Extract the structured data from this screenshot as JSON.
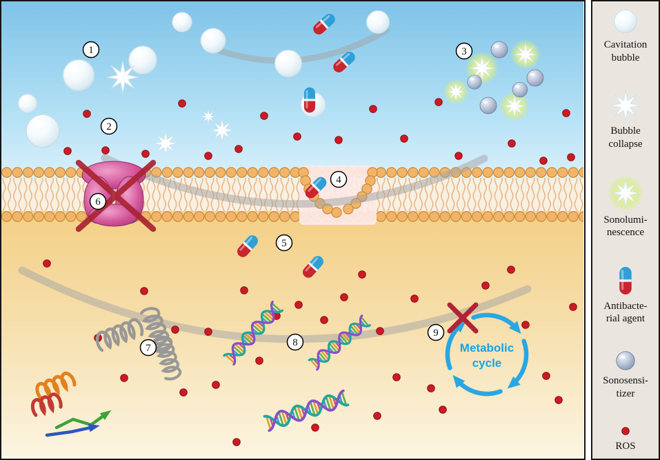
{
  "diagram": {
    "steps": [
      "1",
      "2",
      "3",
      "4",
      "5",
      "6",
      "7",
      "8",
      "9"
    ],
    "metabolic_cycle": {
      "line1": "Metabolic",
      "line2": "cycle"
    }
  },
  "legend": {
    "items": [
      {
        "label": "Cavitation\nbubble",
        "icon": "cavitation-bubble-icon"
      },
      {
        "label": "Bubble\ncollapse",
        "icon": "bubble-collapse-icon"
      },
      {
        "label": "Sonolumi-\nnescence",
        "icon": "sonoluminescence-icon"
      },
      {
        "label": "Antibacte-\nrial agent",
        "icon": "antibacterial-agent-icon"
      },
      {
        "label": "Sonosensi-\ntizer",
        "icon": "sonosensitizer-icon"
      },
      {
        "label": "ROS",
        "icon": "ros-icon"
      }
    ]
  },
  "colors": {
    "sky_top": "#7fc3e8",
    "cytoplasm": "#f2cb7a",
    "membrane_head": "#f2b568",
    "ros_red": "#ce1a24",
    "capsule_blue": "#2f9fd6",
    "capsule_red": "#c8252e",
    "cycle_blue": "#1ba3df",
    "inhibit_red": "#aa2433",
    "protein_pink": "#d4549c"
  }
}
